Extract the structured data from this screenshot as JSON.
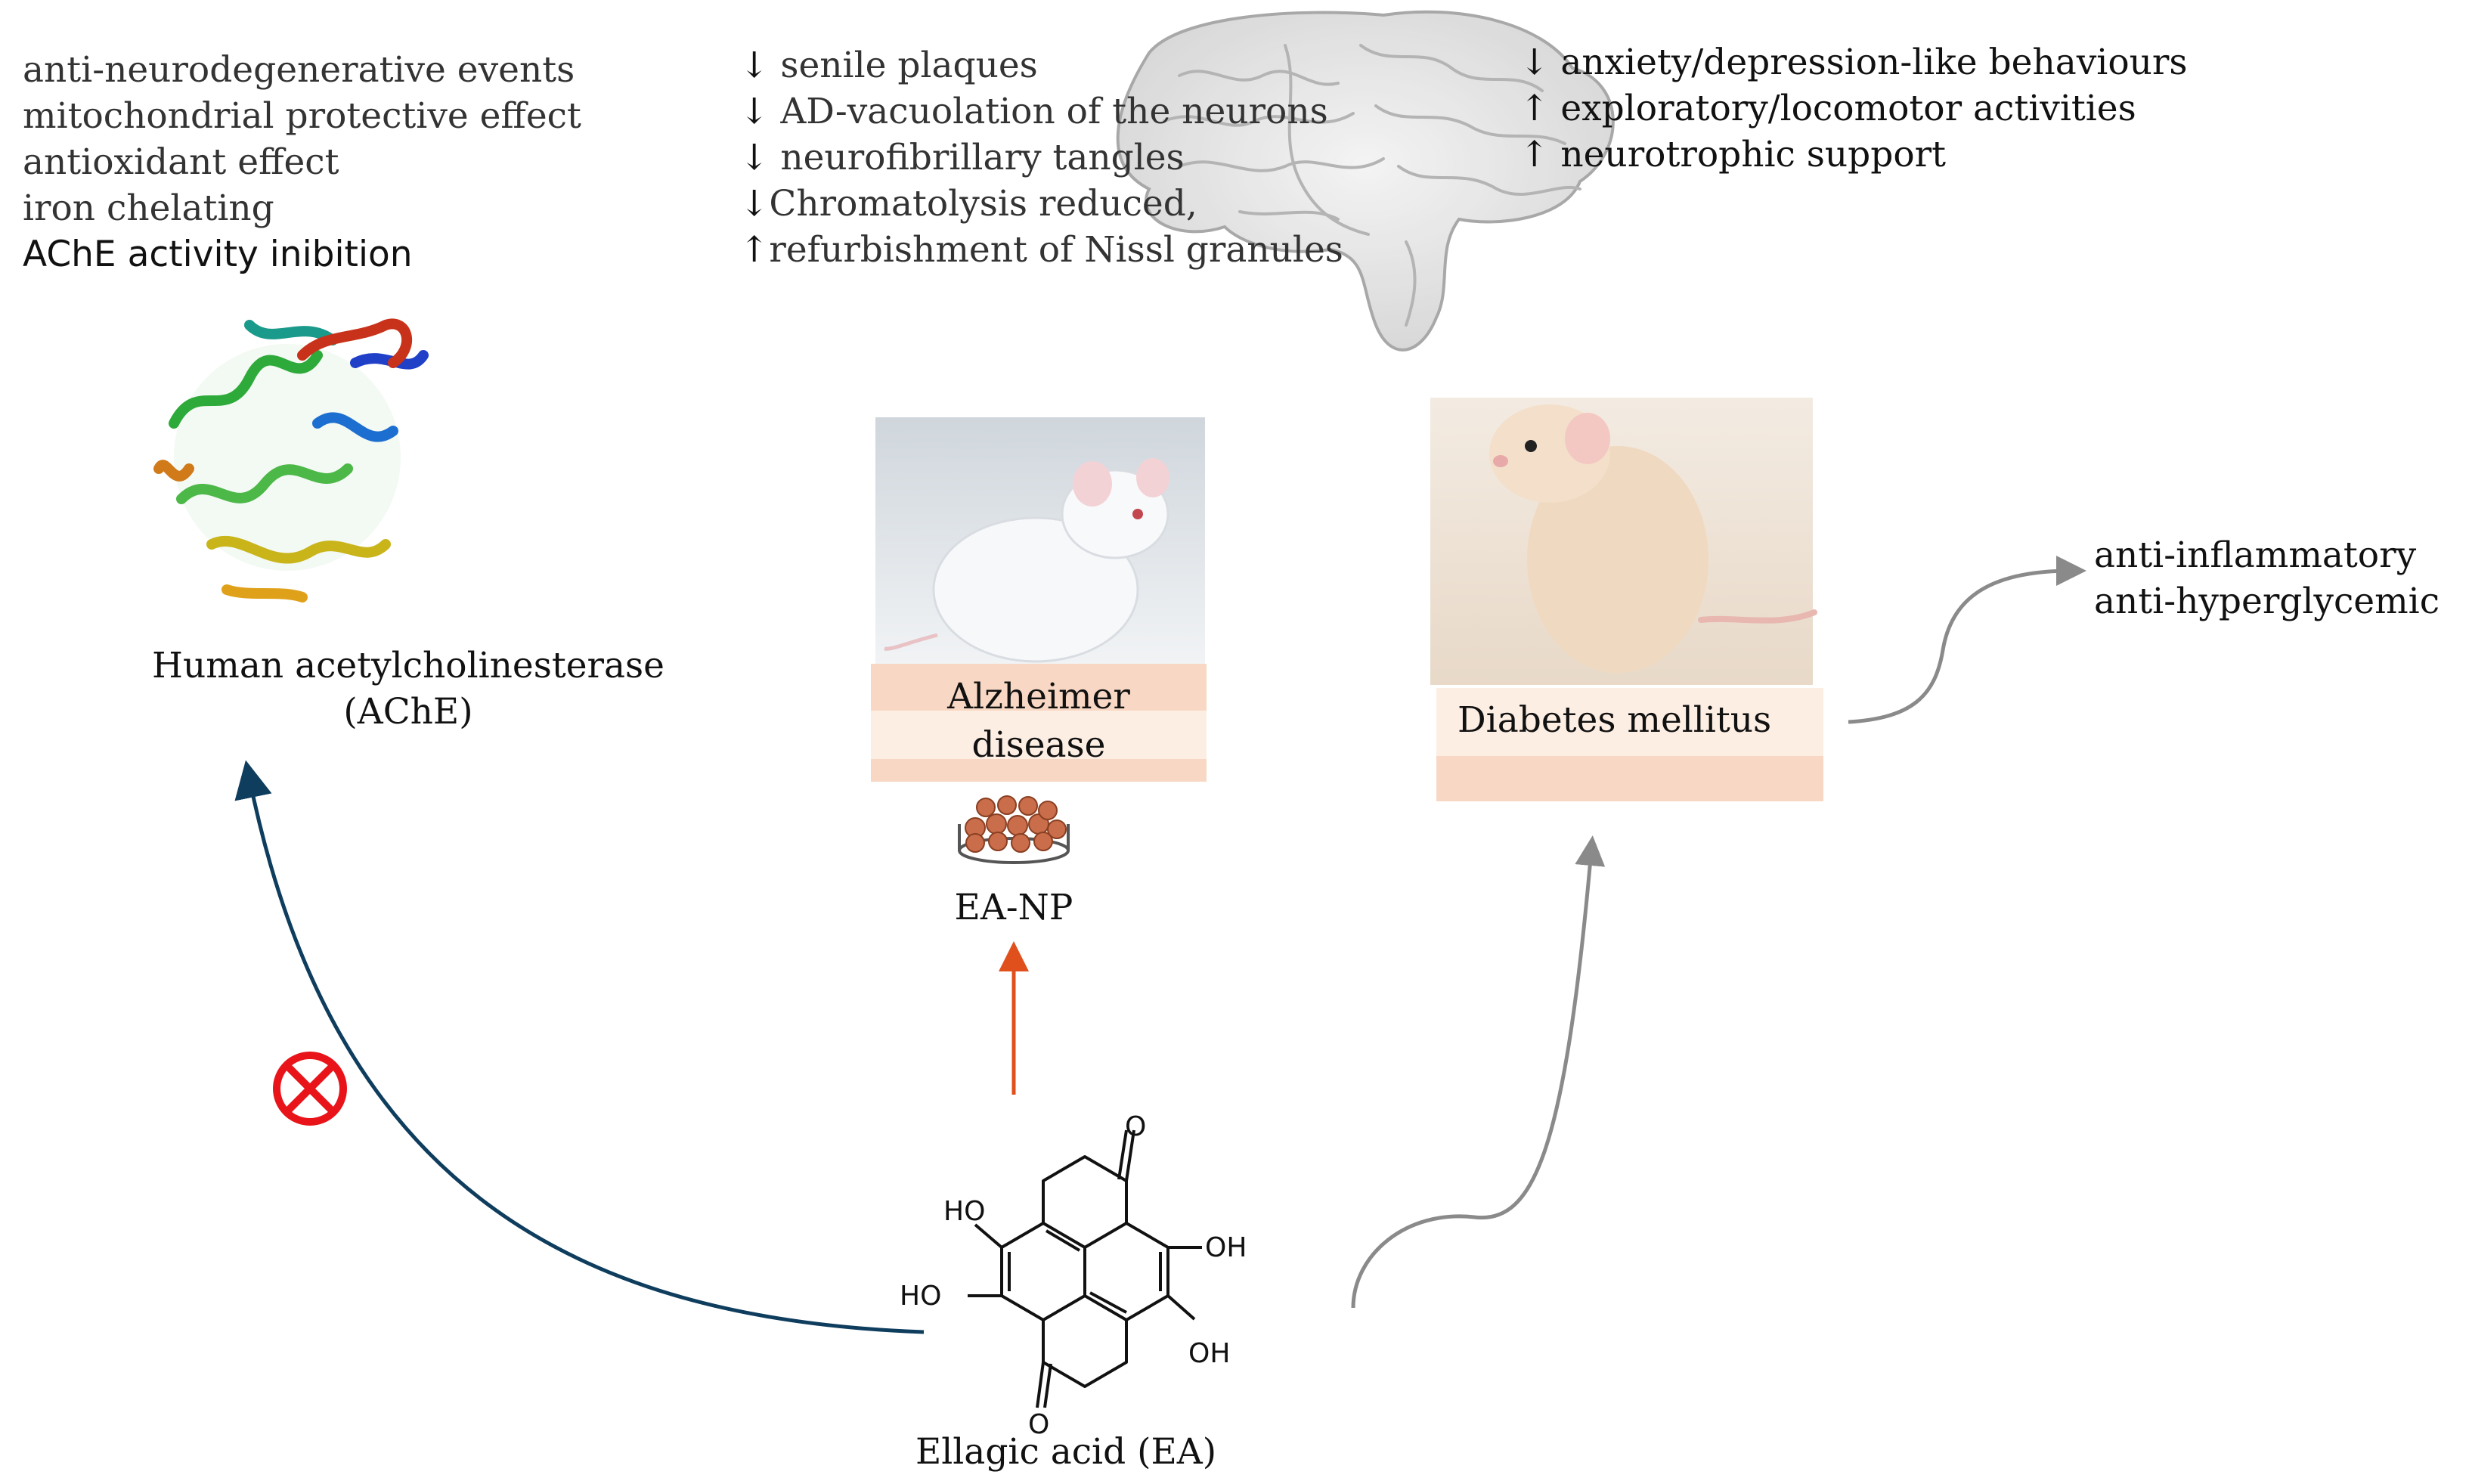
{
  "top_left_effects": [
    "anti-neurodegenerative events",
    "mitochondrial protective effect",
    "antioxidant effect",
    "iron chelating",
    "AChE activity inibition"
  ],
  "brain_center_effects": [
    {
      "dir": "down",
      "text": "senile plaques"
    },
    {
      "dir": "down",
      "text": "AD-vacuolation of the neurons"
    },
    {
      "dir": "down",
      "text": "neurofibrillary tangles"
    },
    {
      "dir": "down",
      "text": "Chromatolysis reduced,"
    },
    {
      "dir": "up",
      "text": "refurbishment of Nissl granules"
    }
  ],
  "brain_right_effects": [
    {
      "dir": "down",
      "text": "anxiety/depression-like behaviours"
    },
    {
      "dir": "up",
      "text": "exploratory/locomotor activities"
    },
    {
      "dir": "up",
      "text": "neurotrophic support"
    }
  ],
  "ache": {
    "line1": "Human acetylcholinesterase",
    "line2": "(AChE)"
  },
  "alzheimer": {
    "line1": "Alzheimer",
    "line2": "disease"
  },
  "ea_np": "EA-NP",
  "diabetes": "Diabetes mellitus",
  "diabetes_effects": [
    "anti-inflammatory",
    "anti-hyperglycemic"
  ],
  "ellagic": {
    "label": "Ellagic acid (EA)",
    "groups": {
      "oh_top_left": "HO",
      "oh_mid_left": "HO",
      "oh_right": "OH",
      "oh_bottom": "OH",
      "o": "O"
    }
  },
  "colors": {
    "ache_arrow": "#0f3d5e",
    "ea_np_arrow": "#e0501c",
    "diabetes_arrow": "#8a8a8a",
    "inhibit": "#e8141a",
    "band_light": "#fdeee4",
    "band_dark": "#f8d8c4"
  }
}
